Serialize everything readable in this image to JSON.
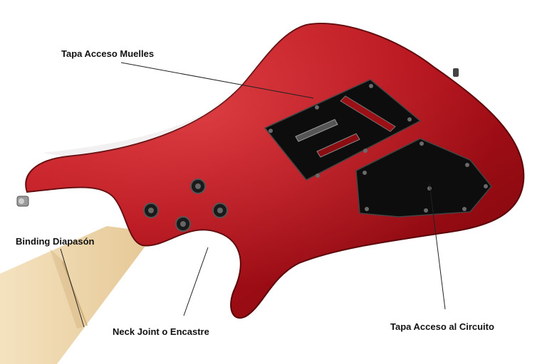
{
  "labels": {
    "spring_cover": "Tapa Acceso Muelles",
    "fretboard_binding": "Binding Diapasón",
    "neck_joint": "Neck Joint o Encastre",
    "circuit_cover": "Tapa Acceso al Circuito"
  },
  "colors": {
    "body_red": "#b3101a",
    "body_dark": "#6e0509",
    "cover_black": "#0d0d0d",
    "neck_maple": "#efd8ae",
    "leader_line": "#222222"
  }
}
